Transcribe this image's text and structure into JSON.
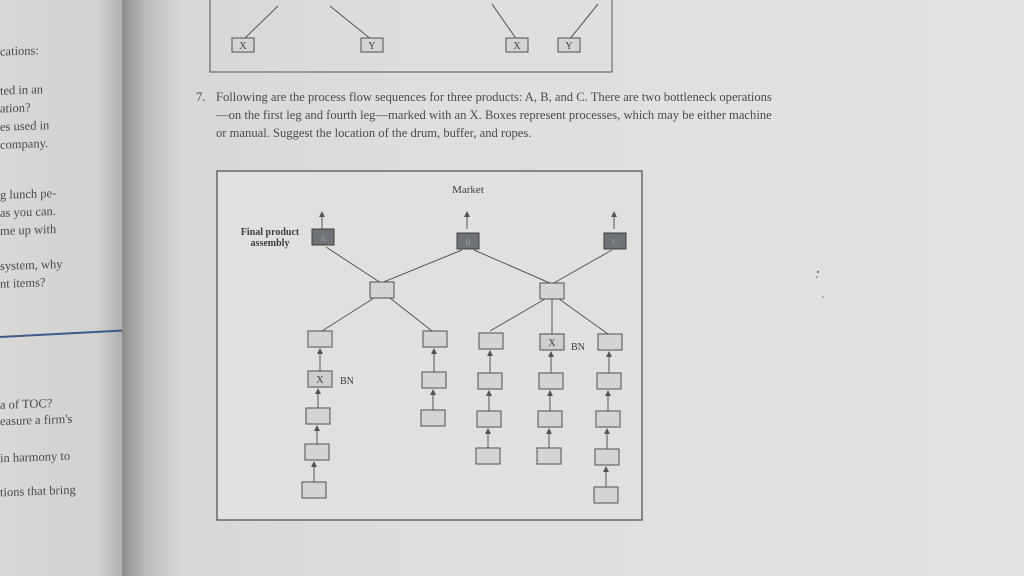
{
  "left_page": {
    "fragments": [
      "cations:",
      "ted in an",
      "ation?",
      "es used in",
      "company.",
      "g lunch pe-",
      "as you can.",
      "me up with",
      "system, why",
      "nt items?",
      "a of TOC?",
      "easure a firm's",
      "in harmony to",
      "tions that bring"
    ]
  },
  "top_figure": {
    "labels": [
      "X",
      "Y",
      "X",
      "Y"
    ]
  },
  "question": {
    "number": "7.",
    "text": "Following are the process flow sequences for three products: A, B, and C. There are two bottleneck operations—on the first leg and fourth leg—marked with an X. Boxes represent processes, which may be either machine or manual. Suggest the location of the drum, buffer, and ropes."
  },
  "diagram": {
    "market_label": "Market",
    "final_label_line1": "Final product",
    "final_label_line2": "assembly",
    "products": [
      "A",
      "B",
      "C"
    ],
    "bottleneck_mark": "X",
    "bottleneck_label": "BN"
  }
}
